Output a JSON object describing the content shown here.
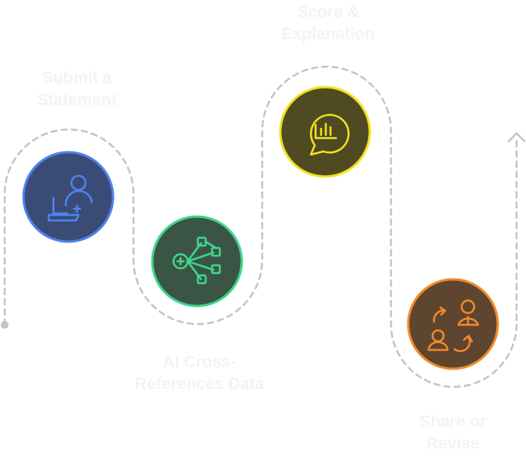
{
  "diagram": {
    "steps": [
      {
        "label": "Submit a\nStatement",
        "icon": "user-laptop-add-icon",
        "color": "#4f82f0",
        "fill": "#3a4c75"
      },
      {
        "label": "AI Cross-\nReferences Data",
        "icon": "network-nodes-icon",
        "color": "#3fd789",
        "fill": "#3a5546"
      },
      {
        "label": "Score &\nExplanation",
        "icon": "chart-speech-bubble-icon",
        "color": "#f2e21c",
        "fill": "#4f4a22"
      },
      {
        "label": "Share or\nRevise",
        "icon": "user-exchange-icon",
        "color": "#f08a2b",
        "fill": "#5d4530"
      }
    ],
    "path_color": "#c4c4c4"
  }
}
